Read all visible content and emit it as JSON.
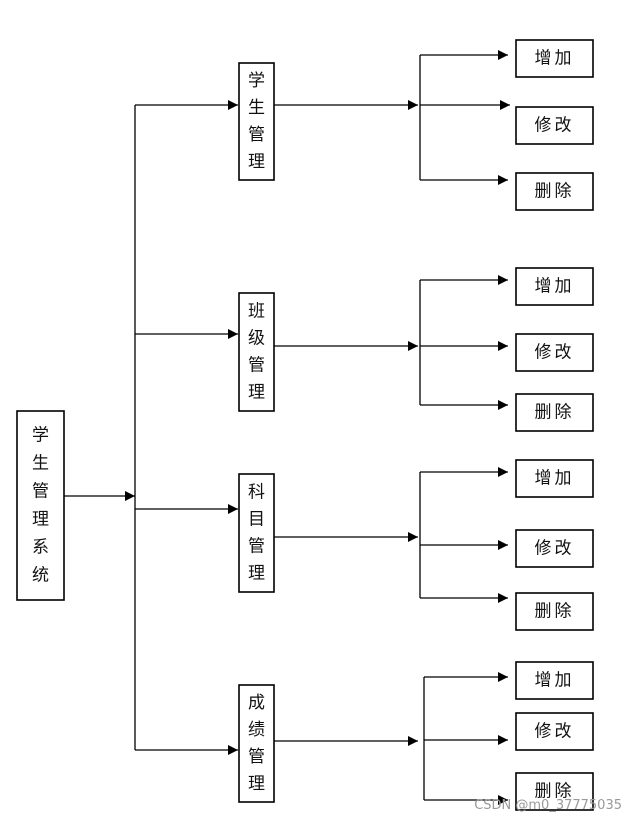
{
  "root": {
    "label": "学生管理系统"
  },
  "modules": [
    {
      "label": "学生管理",
      "actions": [
        "增加",
        "修改",
        "删除"
      ]
    },
    {
      "label": "班级管理",
      "actions": [
        "增加",
        "修改",
        "删除"
      ]
    },
    {
      "label": "科目管理",
      "actions": [
        "增加",
        "修改",
        "删除"
      ]
    },
    {
      "label": "成绩管理",
      "actions": [
        "增加",
        "修改",
        "删除"
      ]
    }
  ],
  "watermark": "CSDN @m0_37775035"
}
